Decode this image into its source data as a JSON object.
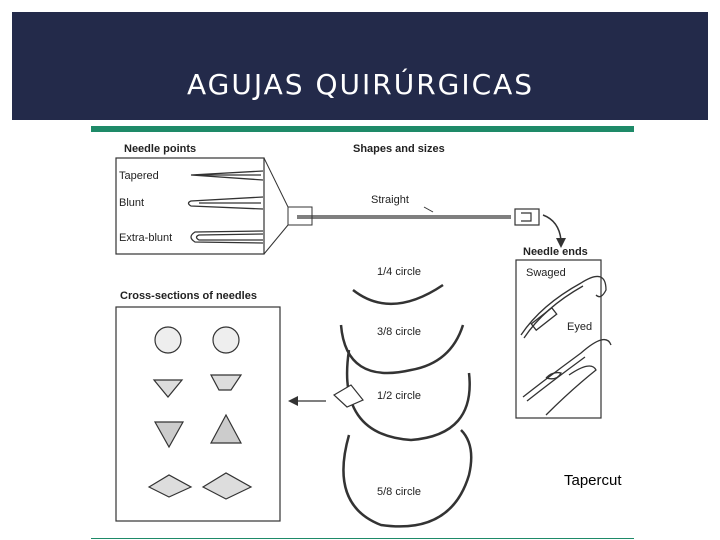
{
  "header": {
    "title": "AGUJAS QUIRÚRGICAS"
  },
  "figure": {
    "needle_points_heading": "Needle points",
    "shapes_heading": "Shapes and sizes",
    "points": [
      "Tapered",
      "Blunt",
      "Extra-blunt"
    ],
    "straight_label": "Straight",
    "needle_ends_heading": "Needle ends",
    "ends": [
      "Swaged",
      "Eyed"
    ],
    "curves": [
      "1/4 circle",
      "3/8 circle",
      "1/2 circle",
      "5/8 circle"
    ],
    "cross_sections_heading": "Cross-sections of needles"
  },
  "caption": "Tapercut",
  "colors": {
    "header_bg": "#232a4a",
    "accent": "#1e8a68"
  }
}
